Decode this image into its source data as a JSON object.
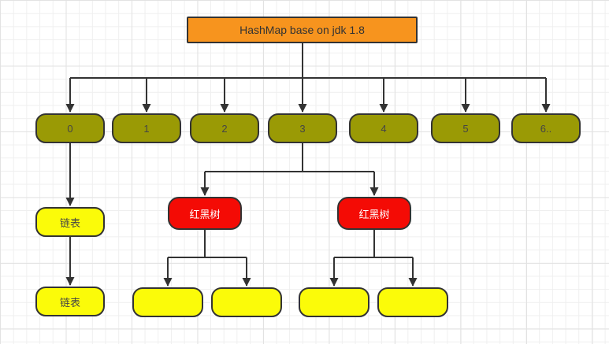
{
  "diagram": {
    "root": {
      "label": "HashMap base on jdk 1.8"
    },
    "buckets": [
      {
        "label": "0"
      },
      {
        "label": "1"
      },
      {
        "label": "2"
      },
      {
        "label": "3"
      },
      {
        "label": "4"
      },
      {
        "label": "5"
      },
      {
        "label": "6.."
      }
    ],
    "linked_list": {
      "node1": "链表",
      "node2": "链表"
    },
    "red_black_tree": {
      "node1": "红黑树",
      "node2": "红黑树"
    },
    "leaves": [
      {
        "label": ""
      },
      {
        "label": ""
      },
      {
        "label": ""
      },
      {
        "label": ""
      }
    ],
    "colors": {
      "root_fill": "#F7941E",
      "bucket_fill": "#9A9A05",
      "linked_list_fill": "#FBFB09",
      "red_black_tree_fill": "#F40B05",
      "leaf_fill": "#FBFB09",
      "connector_stroke": "#333333",
      "dark_text": "#454545",
      "light_text": "#FFFFFF"
    }
  }
}
